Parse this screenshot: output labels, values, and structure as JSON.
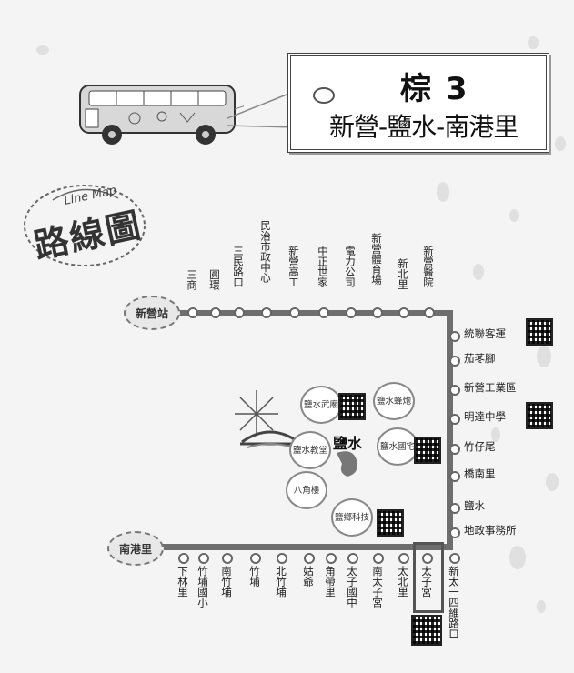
{
  "route": {
    "number": "棕 3",
    "name": "新營-鹽水-南港里"
  },
  "stamp": {
    "en": "Line Map",
    "zh": "路線圖"
  },
  "terminals": {
    "start": "新營站",
    "end": "南港里"
  },
  "top_stops": [
    "三商",
    "圓環",
    "三民路口",
    "民治市政中心",
    "新營高工",
    "中正世家",
    "電力公司",
    "新營體育場",
    "新北里",
    "新營醫院"
  ],
  "right_stops": [
    "統聯客運",
    "茄苳腳",
    "新營工業區",
    "明達中學",
    "竹仔尾",
    "橋南里",
    "鹽水",
    "地政事務所"
  ],
  "bottom_stops": [
    "下林里",
    "竹埔國小",
    "南竹埔",
    "竹埔",
    "北竹埔",
    "姑爺",
    "角帶里",
    "太子國中",
    "南太子宮",
    "太北里",
    "太子宮",
    "新太一四維路口"
  ],
  "map": {
    "center": "鹽水",
    "attractions": [
      "鹽水武廟",
      "鹽水蜂炮",
      "鹽水教堂",
      "鹽水國宅",
      "八角樓",
      "鹽鄉科技"
    ]
  }
}
